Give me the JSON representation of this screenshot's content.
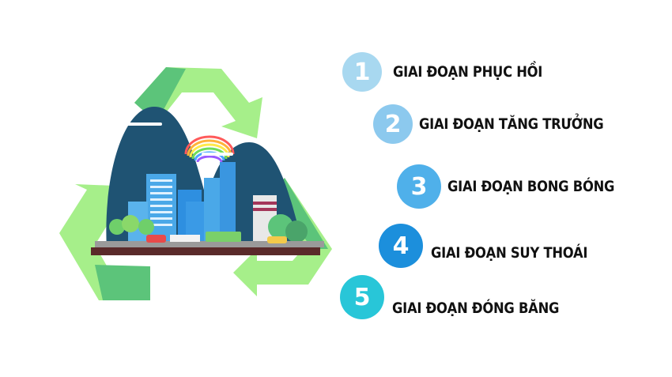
{
  "illustration": {
    "description": "Recycling arrows surrounding green city with mountains, rainbow, buildings, factory and vehicles",
    "colors": {
      "arrow_light": "#a6ef8a",
      "arrow_dark": "#5cc47a",
      "mountain": "#1f5373",
      "road": "#9a9a9a",
      "ground": "#5a2a2a"
    }
  },
  "steps": [
    {
      "number": "1",
      "label": "GIAI ĐOẠN PHỤC HỒI",
      "color": "#a8d8f0"
    },
    {
      "number": "2",
      "label": "GIAI ĐOẠN TĂNG TRƯỞNG",
      "color": "#8cc9ee"
    },
    {
      "number": "3",
      "label": "GIAI ĐOẠN BONG BÓNG",
      "color": "#4fb0ea"
    },
    {
      "number": "4",
      "label": "GIAI ĐOẠN SUY THOÁI",
      "color": "#1c8fdc"
    },
    {
      "number": "5",
      "label": "GIAI ĐOẠN ĐÓNG BĂNG",
      "color": "#28c6d8"
    }
  ]
}
